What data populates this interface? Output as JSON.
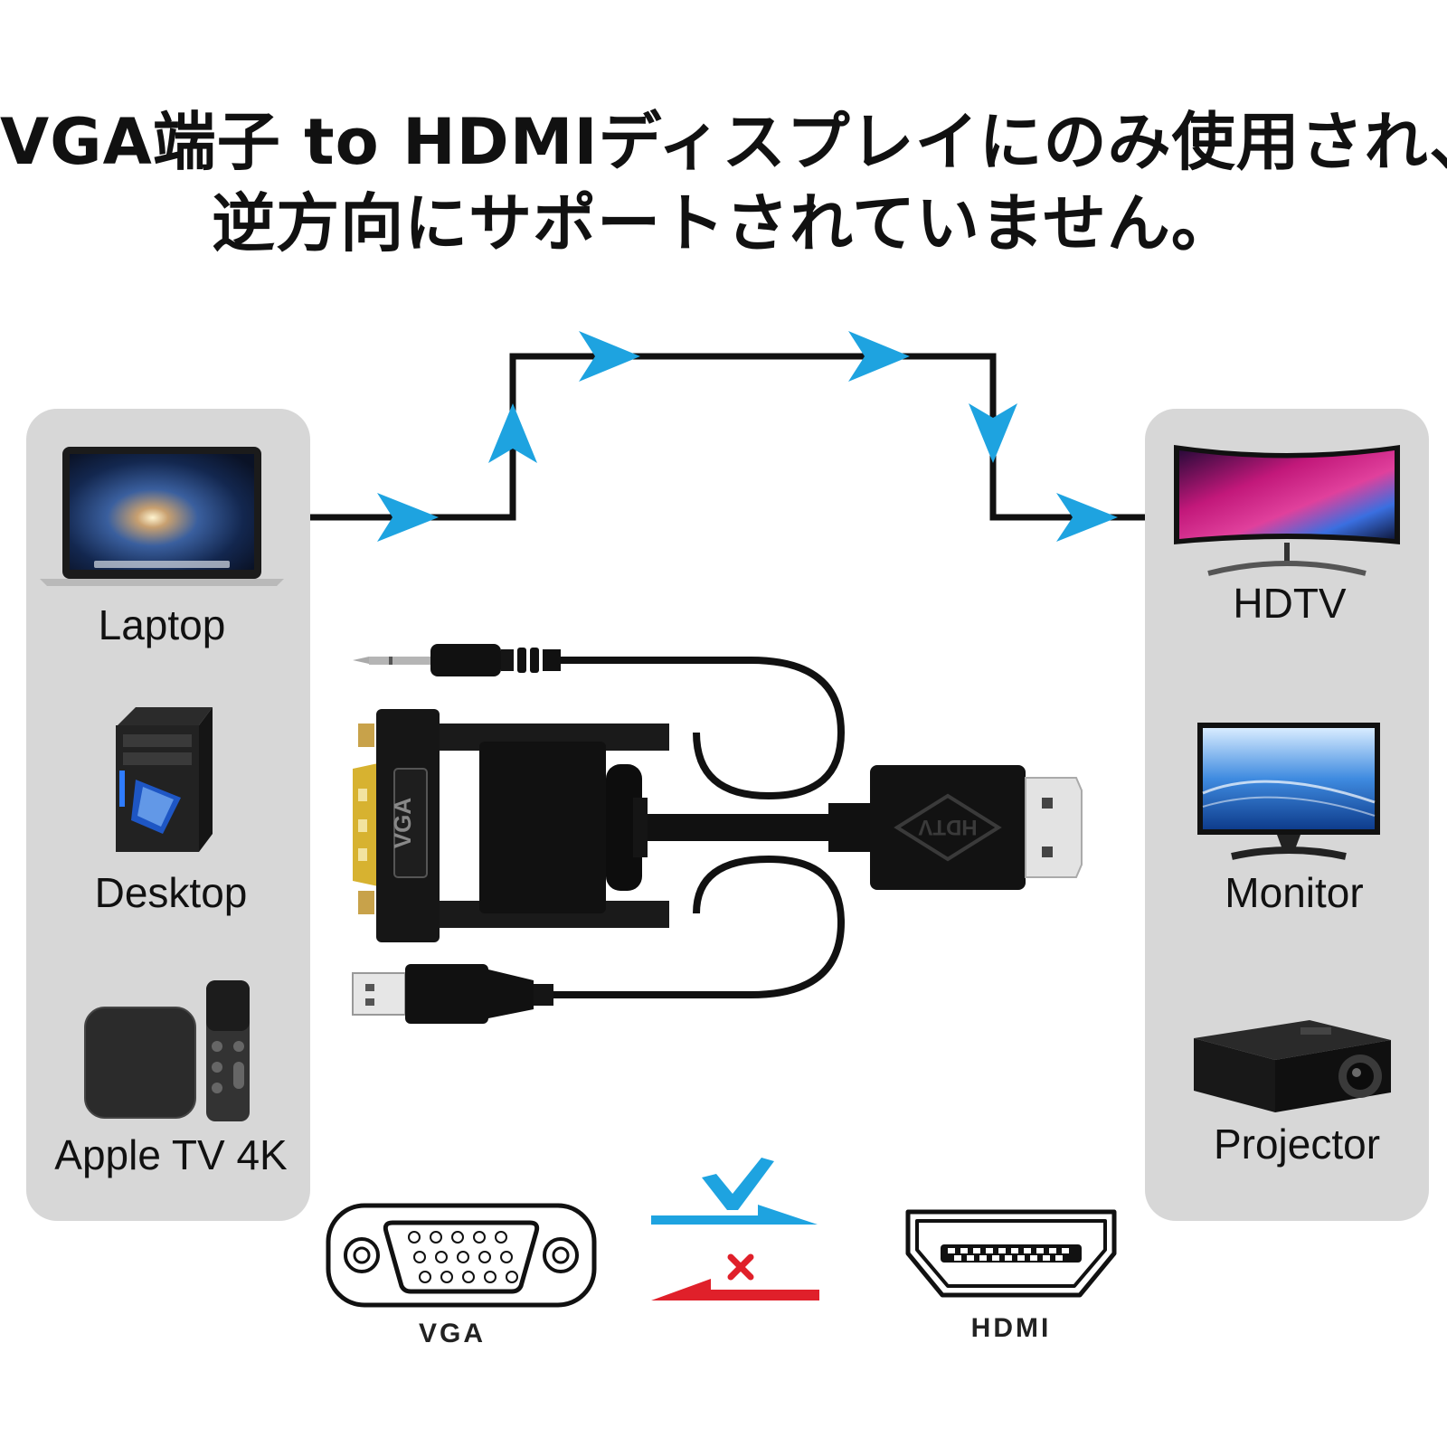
{
  "headline": {
    "line1": "VGA端子 to HDMIディスプレイにのみ使用され、",
    "line2": "逆方向にサポートされていません。"
  },
  "sources": [
    {
      "label": "Laptop",
      "icon": "laptop-icon"
    },
    {
      "label": "Desktop",
      "icon": "desktop-tower-icon"
    },
    {
      "label": "Apple TV 4K",
      "icon": "apple-tv-icon"
    }
  ],
  "displays": [
    {
      "label": "HDTV",
      "icon": "curved-tv-icon"
    },
    {
      "label": "Monitor",
      "icon": "monitor-icon"
    },
    {
      "label": "Projector",
      "icon": "projector-icon"
    }
  ],
  "cable": {
    "vga_connector_text": "VGA",
    "hdmi_connector_text": "HDTV"
  },
  "ports": {
    "vga_label": "VGA",
    "hdmi_label": "HDMI",
    "supported_direction": "check-icon",
    "unsupported_direction": "cross-icon"
  },
  "colors": {
    "arrow": "#1ea3e0",
    "panel": "#d7d7d7",
    "supported": "#1ea3e0",
    "unsupported": "#e0202a"
  }
}
